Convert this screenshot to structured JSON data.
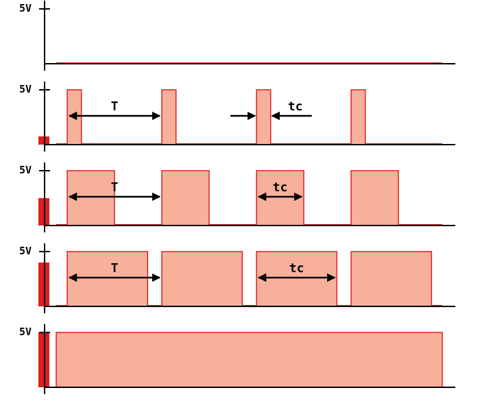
{
  "diagram": {
    "title": "",
    "voltage_label": "5V",
    "period_label": "T",
    "pulse_label": "tc",
    "colors": {
      "fill": "#f7b09a",
      "stroke": "#e01e1e",
      "average_bar": "#e01e1e",
      "axis": "#000000"
    },
    "panels": [
      {
        "duty_cycle": 0.0,
        "average_fraction": 0.0,
        "pulse_count": 0,
        "show_T": false,
        "tc_style": "none"
      },
      {
        "duty_cycle": 0.15,
        "average_fraction": 0.15,
        "pulse_count": 4,
        "show_T": true,
        "tc_style": "outside"
      },
      {
        "duty_cycle": 0.5,
        "average_fraction": 0.5,
        "pulse_count": 4,
        "show_T": true,
        "tc_style": "inside"
      },
      {
        "duty_cycle": 0.85,
        "average_fraction": 0.8,
        "pulse_count": 4,
        "show_T": true,
        "tc_style": "inside"
      },
      {
        "duty_cycle": 1.0,
        "average_fraction": 1.0,
        "pulse_count": 1,
        "show_T": false,
        "tc_style": "none"
      }
    ]
  }
}
